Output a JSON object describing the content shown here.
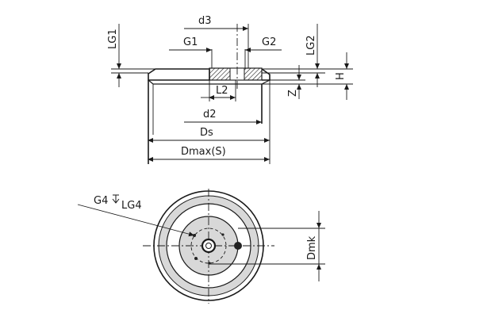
{
  "labels": {
    "d3": "d3",
    "g1": "G1",
    "g2": "G2",
    "lg1": "LG1",
    "lg2": "LG2",
    "l2": "L2",
    "z": "Z",
    "h": "H",
    "d2": "d2",
    "ds": "Ds",
    "dmax": "Dmax(S)",
    "g4": "G4",
    "lg4": "LG4",
    "dmk": "Dmk"
  },
  "colors": {
    "line": "#1a1a1a",
    "fill_gray": "#d8d8d8",
    "fill_dark": "#222222"
  }
}
